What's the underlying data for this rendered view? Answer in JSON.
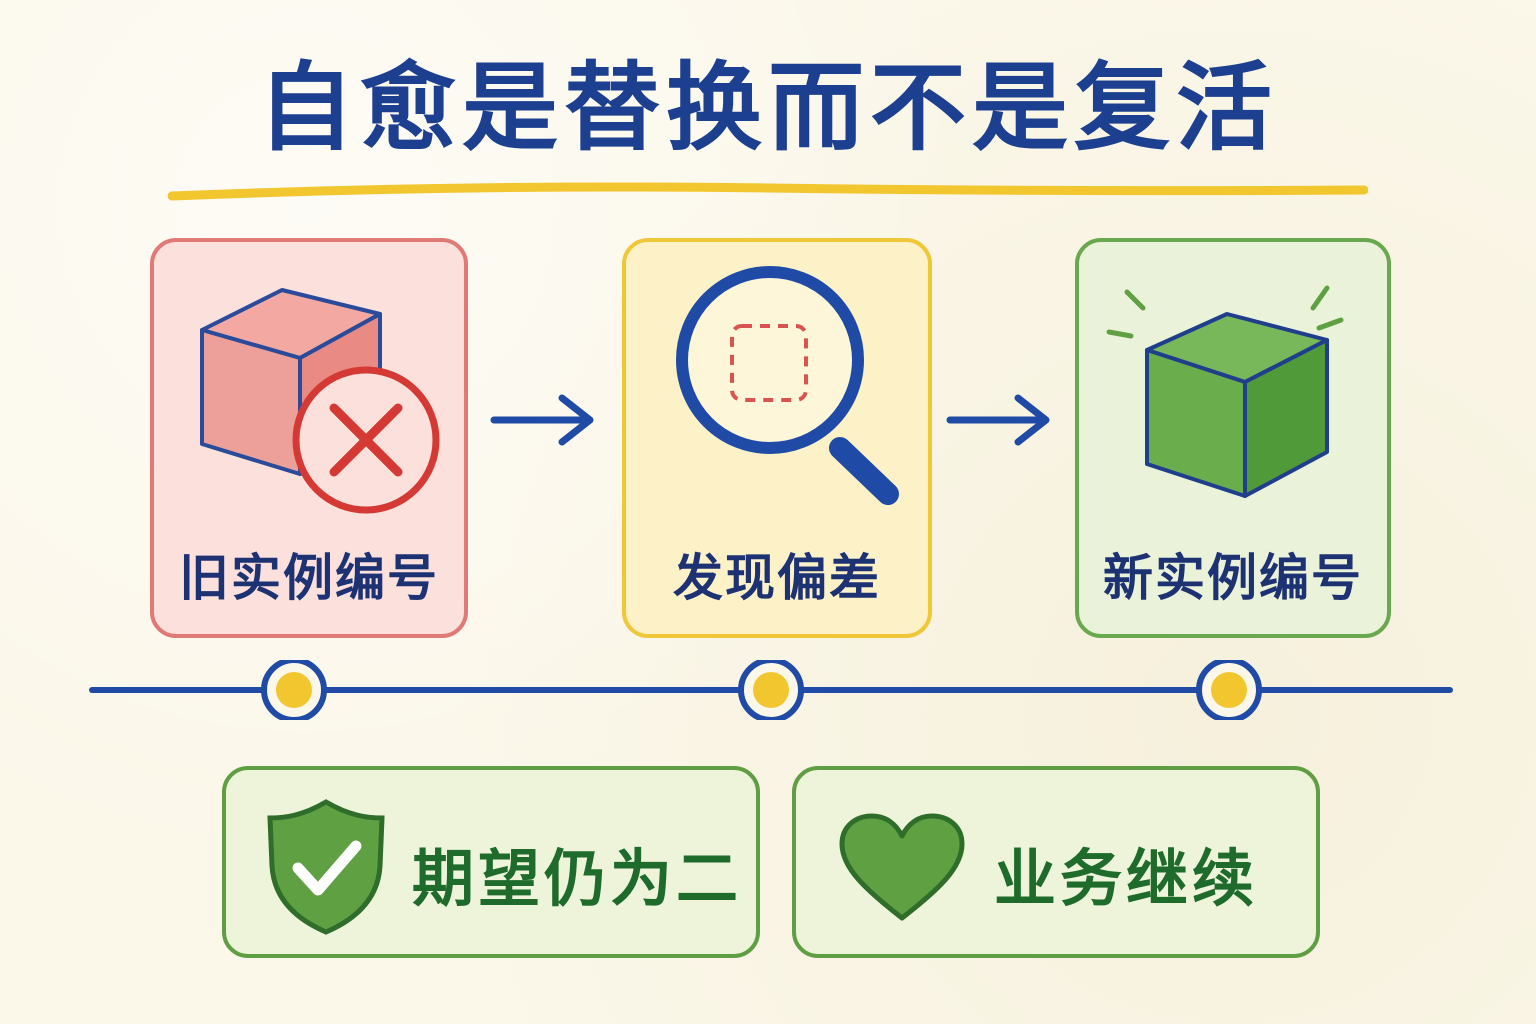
{
  "title": "自愈是替换而不是复活",
  "steps": [
    {
      "label": "旧实例编号",
      "icon": "failed-cube-icon"
    },
    {
      "label": "发现偏差",
      "icon": "magnifier-icon"
    },
    {
      "label": "新实例编号",
      "icon": "new-cube-icon"
    }
  ],
  "outcomes": [
    {
      "label": "期望仍为二",
      "icon": "shield-check-icon"
    },
    {
      "label": "业务继续",
      "icon": "heart-icon"
    }
  ],
  "colors": {
    "title": "#1d3f8f",
    "accent_yellow": "#f2c62f",
    "old_border": "#e07a76",
    "find_border": "#f1c73a",
    "new_border": "#6aa84f",
    "outcome_text": "#1e6b2c",
    "line_blue": "#1f4aa6"
  }
}
